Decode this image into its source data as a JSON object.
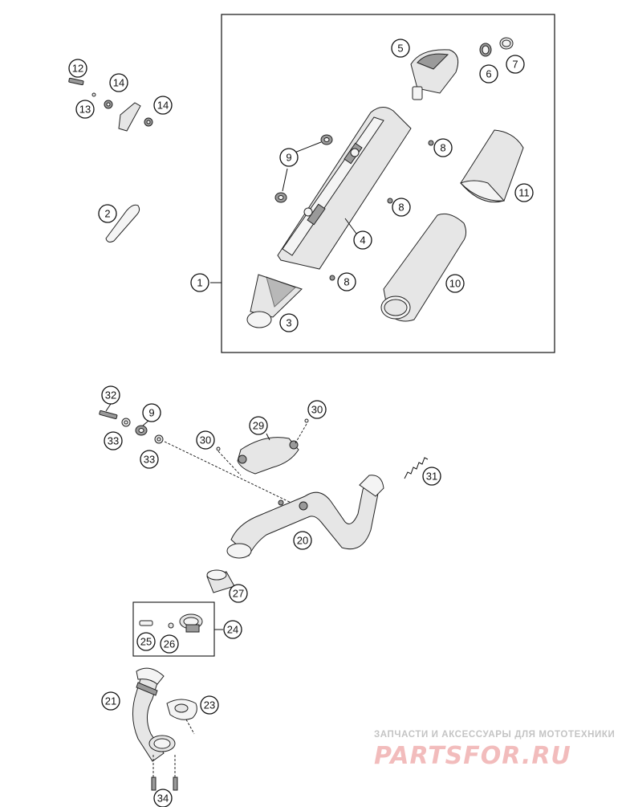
{
  "callouts": {
    "c1": "1",
    "c2": "2",
    "c3": "3",
    "c4": "4",
    "c5": "5",
    "c6": "6",
    "c7": "7",
    "c8": "8",
    "c9": "9",
    "c10": "10",
    "c11": "11",
    "c12": "12",
    "c13": "13",
    "c14": "14",
    "c20": "20",
    "c21": "21",
    "c23": "23",
    "c24": "24",
    "c25": "25",
    "c26": "26",
    "c27": "27",
    "c29": "29",
    "c30": "30",
    "c31": "31",
    "c32": "32",
    "c33": "33",
    "c34": "34"
  },
  "watermark": {
    "tagline": "ЗАПЧАСТИ И АКСЕССУАРЫ ДЛЯ МОТОТЕХНИКИ",
    "logo": "PARTSFOR.RU"
  }
}
